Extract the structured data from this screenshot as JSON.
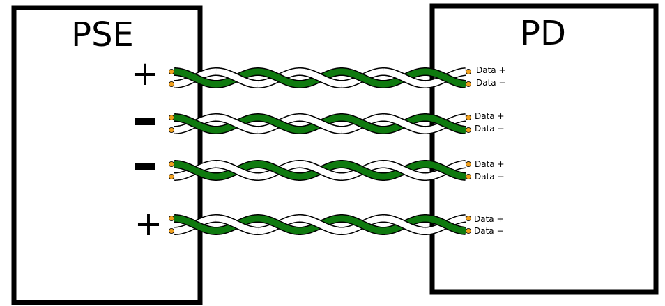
{
  "pse": {
    "title": "PSE"
  },
  "pd": {
    "title": "PD"
  },
  "pairs": [
    {
      "polarity": "+",
      "data_plus": "Data +",
      "data_minus": "Data −"
    },
    {
      "polarity": "−",
      "data_plus": "Data +",
      "data_minus": "Data −"
    },
    {
      "polarity": "−",
      "data_plus": "Data +",
      "data_minus": "Data −"
    },
    {
      "polarity": "+",
      "data_plus": "Data +",
      "data_minus": "Data −"
    }
  ],
  "colors": {
    "wire_green": "#0f7a0f",
    "wire_white": "#ffffff",
    "conductor": "#f0a01e",
    "outline": "#000000"
  }
}
